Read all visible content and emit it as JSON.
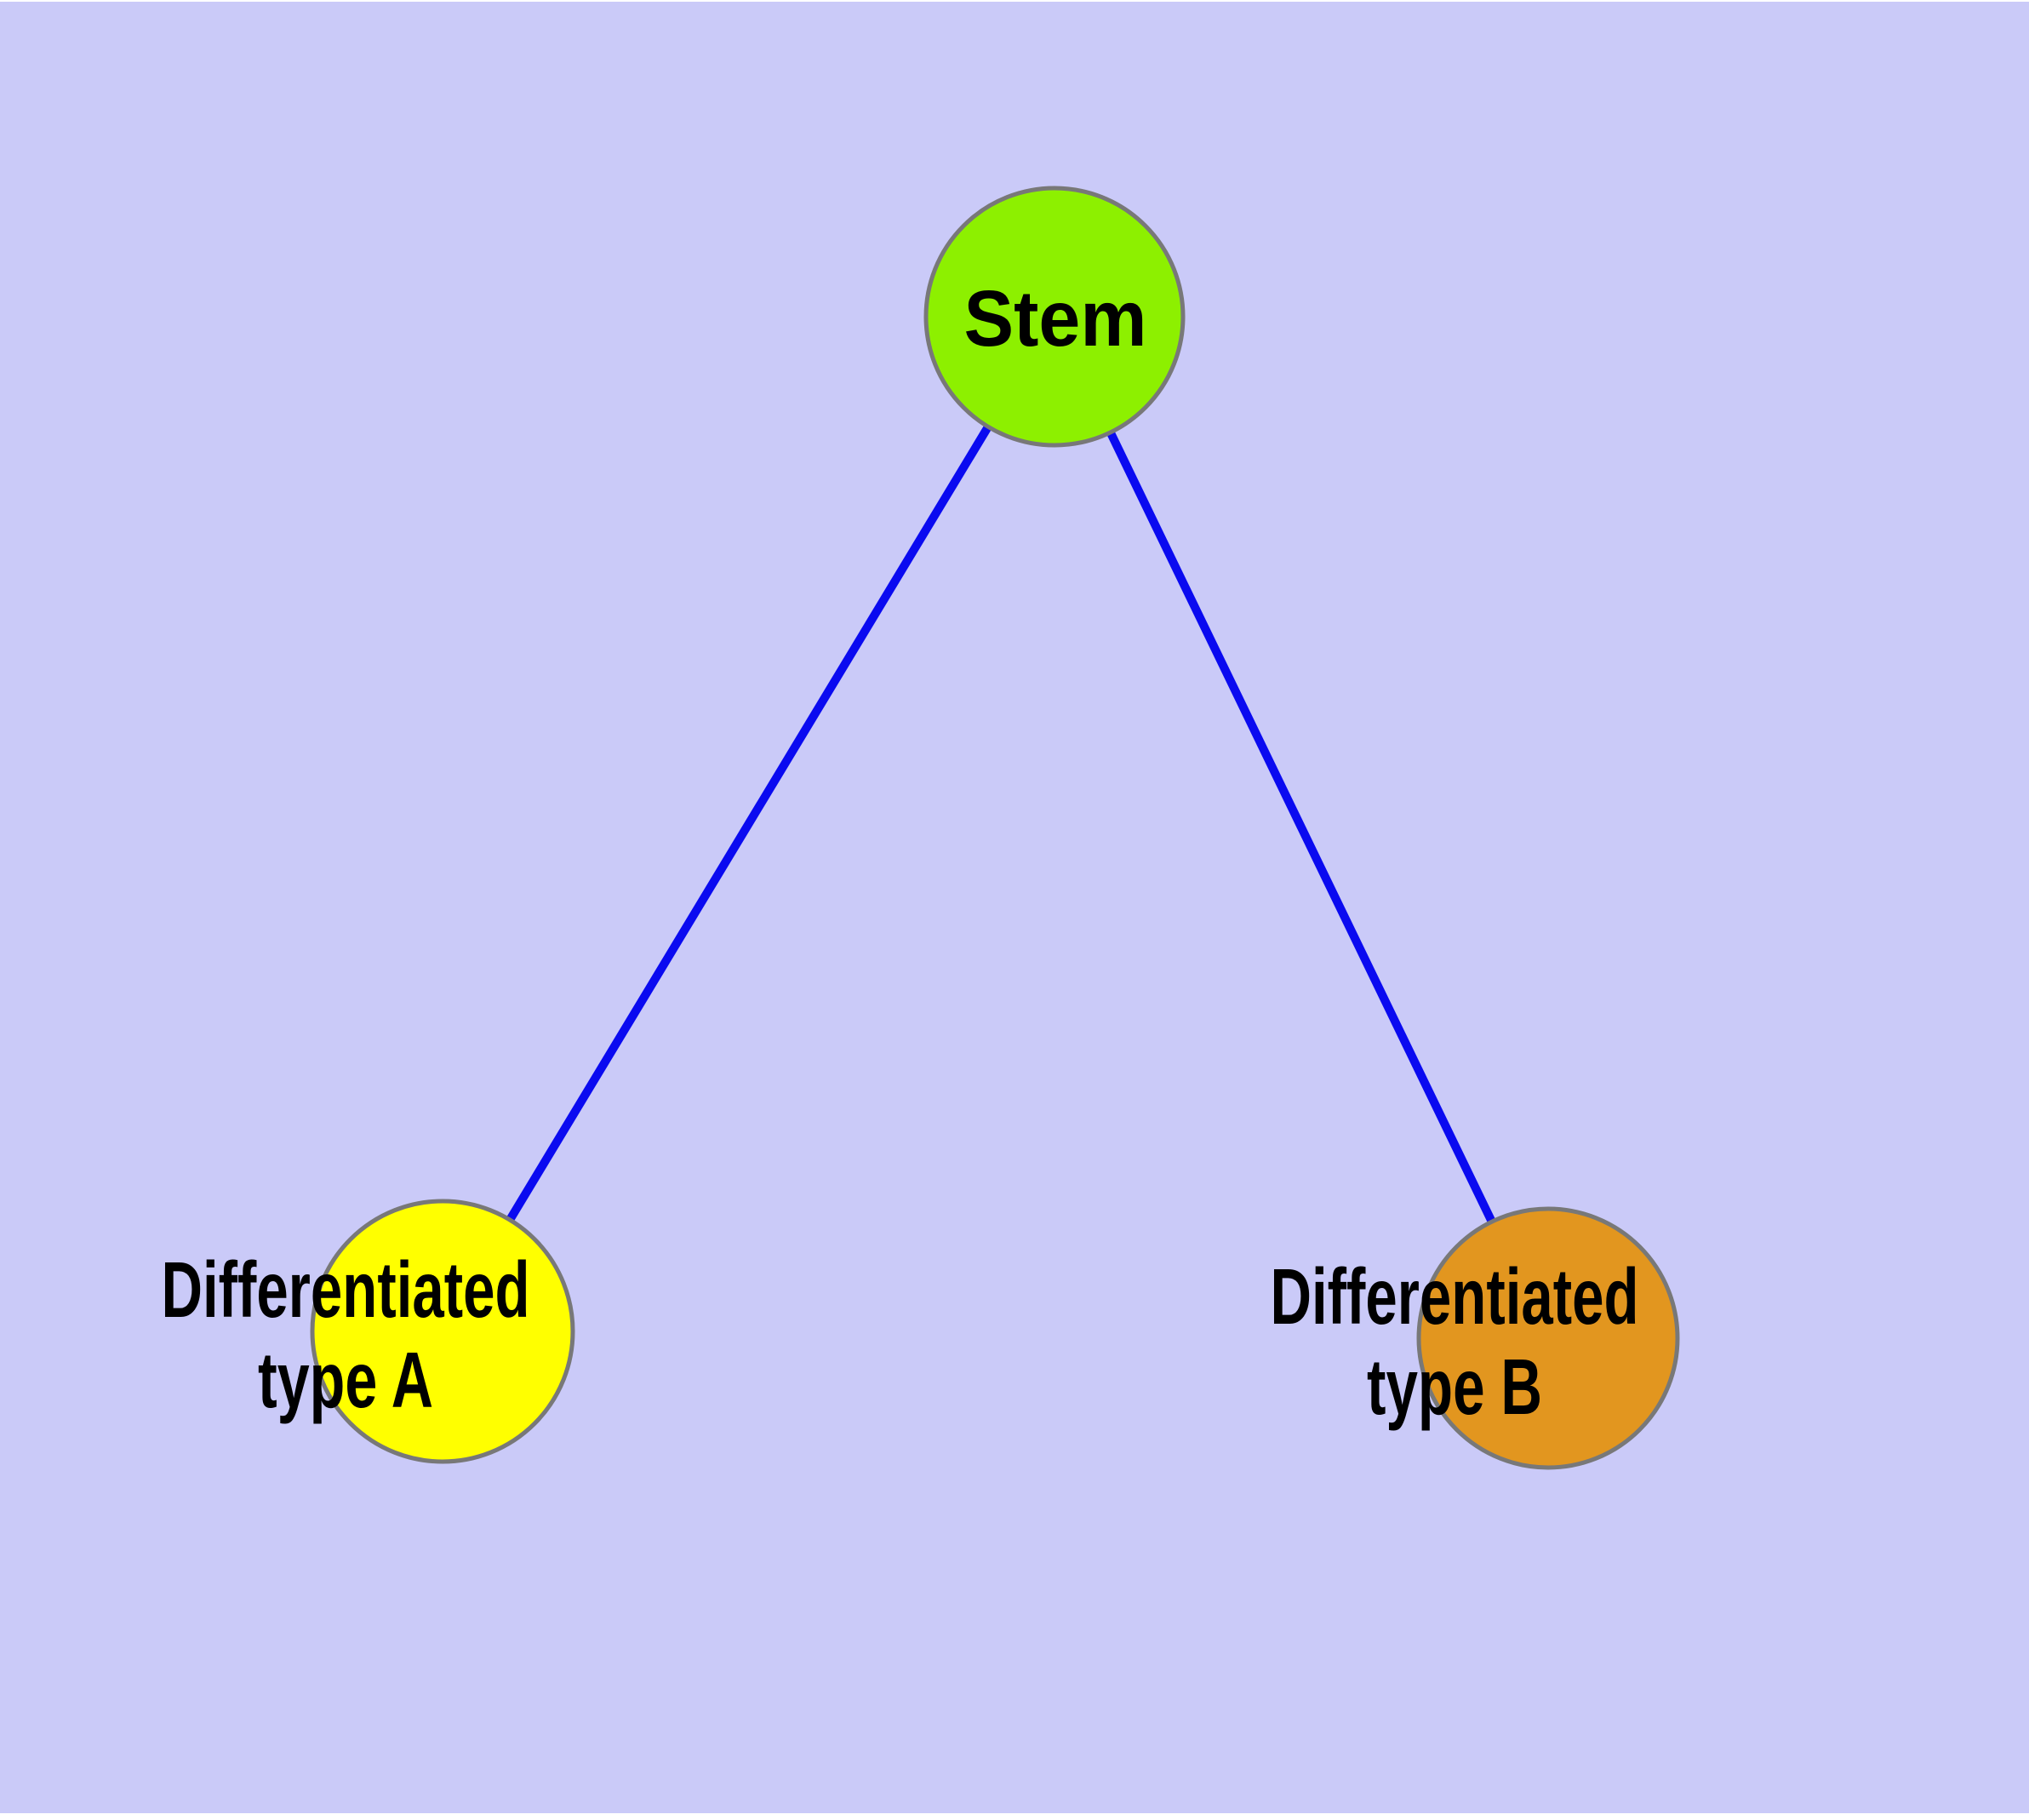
{
  "diagram": {
    "background_color": "#CACAF8",
    "page_color": "#FFFFFF",
    "edge_color": "#0A0AF0",
    "node_border_color": "#787878",
    "label_color": "#000000",
    "nodes": {
      "stem": {
        "label": "Stem",
        "color": "#8DF000"
      },
      "type_a": {
        "label_line1": "Differentiated",
        "label_line2": "type A",
        "color": "#FFFF00"
      },
      "type_b": {
        "label_line1": "Differentiated",
        "label_line2": "type B",
        "color": "#E2961F"
      }
    },
    "edges": [
      {
        "from": "Stem",
        "to": "Differentiated type A"
      },
      {
        "from": "Stem",
        "to": "Differentiated type B"
      }
    ]
  }
}
